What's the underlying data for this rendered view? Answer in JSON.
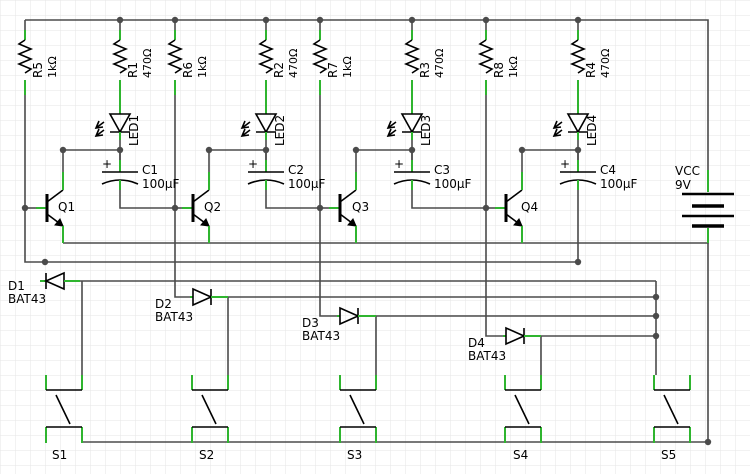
{
  "resistors": [
    {
      "name": "R5",
      "value": "1kΩ"
    },
    {
      "name": "R1",
      "value": "470Ω"
    },
    {
      "name": "R6",
      "value": "1kΩ"
    },
    {
      "name": "R2",
      "value": "470Ω"
    },
    {
      "name": "R7",
      "value": "1kΩ"
    },
    {
      "name": "R3",
      "value": "470Ω"
    },
    {
      "name": "R8",
      "value": "1kΩ"
    },
    {
      "name": "R4",
      "value": "470Ω"
    }
  ],
  "leds": [
    "LED1",
    "LED2",
    "LED3",
    "LED4"
  ],
  "capacitors": [
    {
      "name": "C1",
      "value": "100µF"
    },
    {
      "name": "C2",
      "value": "100µF"
    },
    {
      "name": "C3",
      "value": "100µF"
    },
    {
      "name": "C4",
      "value": "100µF"
    }
  ],
  "transistors": [
    "Q1",
    "Q2",
    "Q3",
    "Q4"
  ],
  "diodes": [
    {
      "name": "D1",
      "value": "BAT43"
    },
    {
      "name": "D2",
      "value": "BAT43"
    },
    {
      "name": "D3",
      "value": "BAT43"
    },
    {
      "name": "D4",
      "value": "BAT43"
    }
  ],
  "switches": [
    "S1",
    "S2",
    "S3",
    "S4",
    "S5"
  ],
  "battery": {
    "name": "VCC",
    "value": "9V"
  },
  "cap_plus": "+",
  "colors": {
    "wire": "#4b4b4b",
    "pin": "#2fb52f",
    "grid": "#e6e6e6",
    "part": "#000000"
  }
}
